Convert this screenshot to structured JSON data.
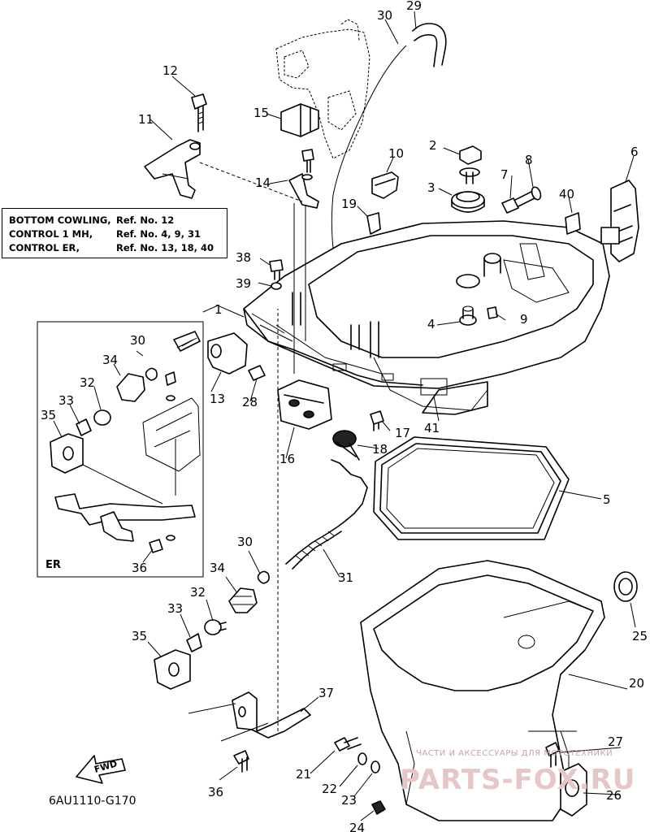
{
  "reference_table": {
    "rows": [
      {
        "label": "BOTTOM COWLING,",
        "refs": "Ref. No. 12"
      },
      {
        "label": "CONTROL 1 MH,",
        "refs": "Ref. No. 4, 9, 31"
      },
      {
        "label": "CONTROL ER,",
        "refs": "Ref. No. 13, 18, 40"
      }
    ]
  },
  "inset": {
    "label": "ER"
  },
  "fwd_arrow": {
    "label": "FWD"
  },
  "drawing_code": "6AU1110-G170",
  "watermark": {
    "tagline": "ЧАСТИ И АКСЕССУАРЫ ДЛЯ МОТОТЕХНИКИ",
    "logo": "PARTS-FOX.RU"
  },
  "callouts": {
    "c1": "1",
    "c2": "2",
    "c3": "3",
    "c4": "4",
    "c5": "5",
    "c6": "6",
    "c7": "7",
    "c8": "8",
    "c9": "9",
    "c10": "10",
    "c11": "11",
    "c12": "12",
    "c13": "13",
    "c14": "14",
    "c15": "15",
    "c16": "16",
    "c17": "17",
    "c18": "18",
    "c19": "19",
    "c20": "20",
    "c21": "21",
    "c22": "22",
    "c23": "23",
    "c24": "24",
    "c25": "25",
    "c26": "26",
    "c27": "27",
    "c28": "28",
    "c29": "29",
    "c30": "30",
    "c31": "31",
    "c32": "32",
    "c33": "33",
    "c34": "34",
    "c35": "35",
    "c36": "36",
    "c37": "37",
    "c38": "38",
    "c39": "39",
    "c40": "40",
    "c41": "41",
    "i30": "30",
    "i32": "32",
    "i33": "33",
    "i34": "34",
    "i35": "35",
    "i36": "36"
  }
}
